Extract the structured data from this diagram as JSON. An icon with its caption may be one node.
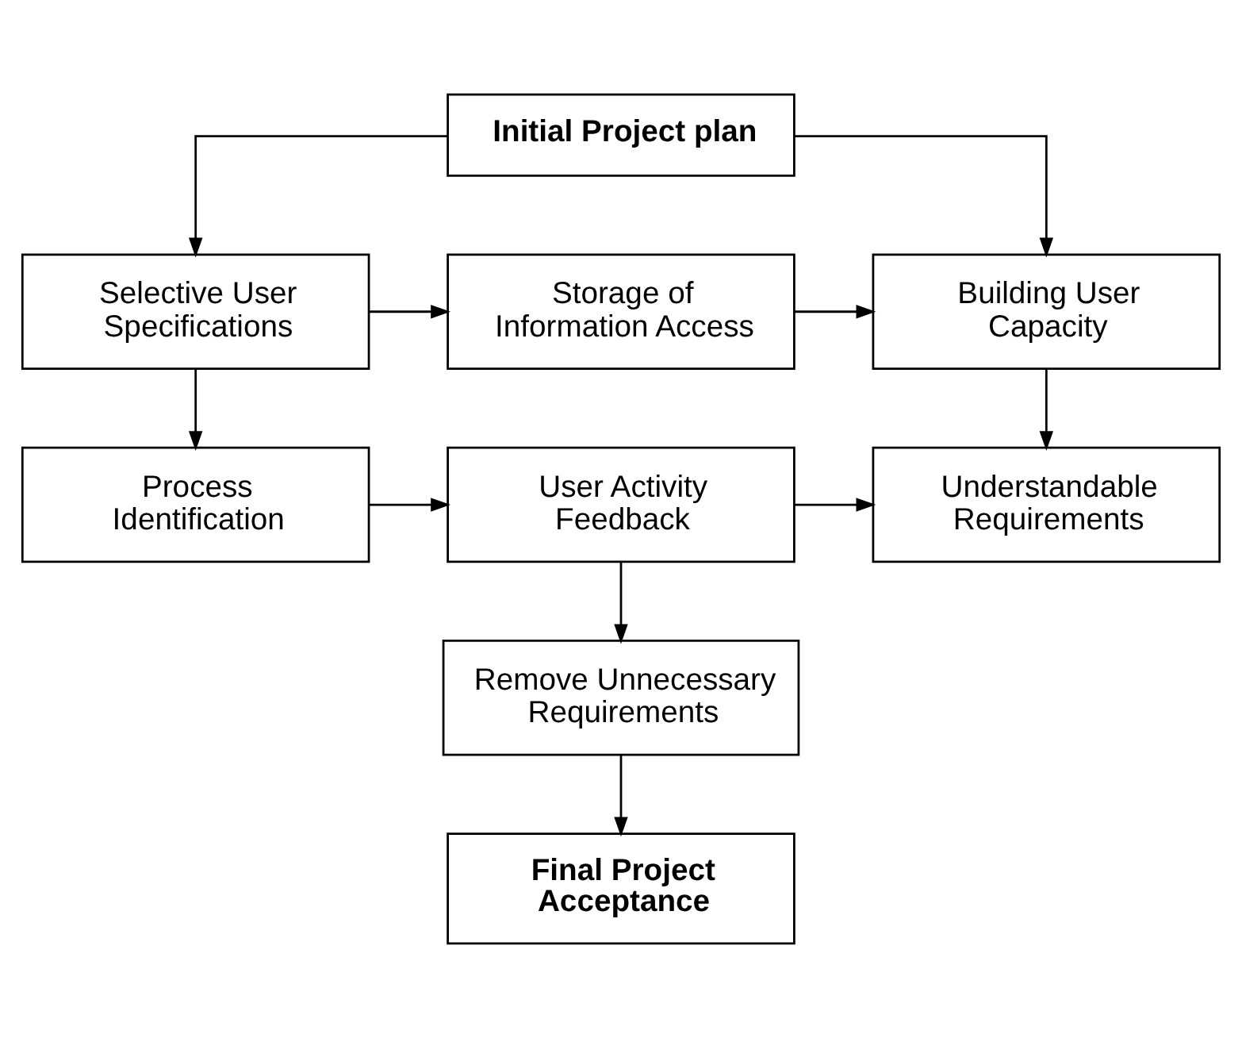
{
  "diagram": {
    "nodes": [
      {
        "text": [
          "Initial Project plan"
        ]
      },
      {
        "text": [
          "Selective User Specifications"
        ]
      },
      {
        "text": [
          "Storage of Information Access"
        ]
      },
      {
        "text": [
          "Building User Capacity"
        ]
      },
      {
        "text": [
          "Process Identification"
        ]
      },
      {
        "text": [
          "User Activity Feedback"
        ]
      },
      {
        "text": [
          "Understandable Requirements"
        ]
      },
      {
        "text": [
          "Remove Unnecessary Requirements"
        ]
      },
      {
        "text": [
          "Final Project Acceptance"
        ]
      }
    ],
    "edges": [
      {
        "from": 0,
        "to": 1,
        "arrow": "to"
      },
      {
        "from": 0,
        "to": 3,
        "arrow": "to"
      },
      {
        "from": 1,
        "to": 2,
        "arrow": "to"
      },
      {
        "from": 2,
        "to": 3,
        "arrow": "to"
      },
      {
        "from": 1,
        "to": 4,
        "arrow": "to"
      },
      {
        "from": 3,
        "to": 6,
        "arrow": "to"
      },
      {
        "from": 4,
        "to": 5,
        "arrow": "to"
      },
      {
        "from": 5,
        "to": 6,
        "arrow": "to"
      },
      {
        "from": 5,
        "to": 7,
        "arrow": "to"
      },
      {
        "from": 7,
        "to": 8,
        "arrow": "to"
      }
    ]
  }
}
